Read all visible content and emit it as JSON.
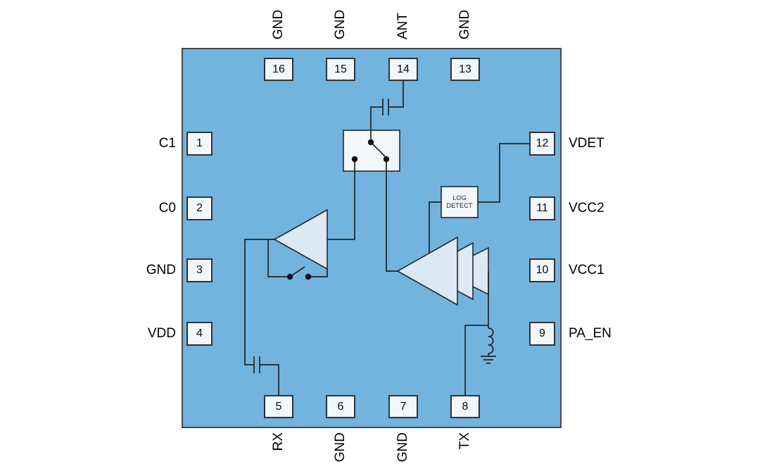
{
  "diagram": {
    "pins": {
      "top": [
        {
          "number": "16",
          "label": "GND"
        },
        {
          "number": "15",
          "label": "GND"
        },
        {
          "number": "14",
          "label": "ANT"
        },
        {
          "number": "13",
          "label": "GND"
        }
      ],
      "left": [
        {
          "number": "1",
          "label": "C1"
        },
        {
          "number": "2",
          "label": "C0"
        },
        {
          "number": "3",
          "label": "GND"
        },
        {
          "number": "4",
          "label": "VDD"
        }
      ],
      "right": [
        {
          "number": "12",
          "label": "VDET"
        },
        {
          "number": "11",
          "label": "VCC2"
        },
        {
          "number": "10",
          "label": "VCC1"
        },
        {
          "number": "9",
          "label": "PA_EN"
        }
      ],
      "bottom": [
        {
          "number": "5",
          "label": "RX"
        },
        {
          "number": "6",
          "label": "GND"
        },
        {
          "number": "7",
          "label": "GND"
        },
        {
          "number": "8",
          "label": "TX"
        }
      ]
    },
    "blocks": {
      "log_detect": {
        "line1": "LOG",
        "line2": "DETECT"
      }
    },
    "colors": {
      "body": "#72b4de",
      "pin_fill": "#f2f7fc",
      "block_fill": "#f2f7fc",
      "amp_fill": "#dce9f5",
      "stroke": "#23282d"
    }
  }
}
